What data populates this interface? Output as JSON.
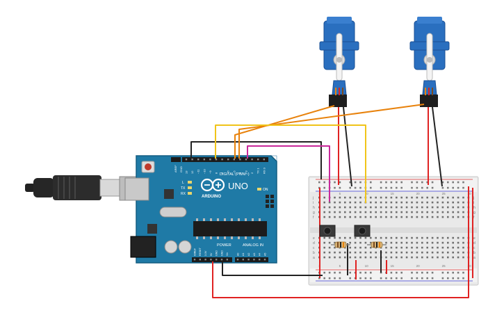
{
  "arduino": {
    "brand": "ARDUINO",
    "model": "UNO",
    "digital_header": "DIGITAL (PWM~)",
    "power_header": "POWER",
    "analog_header": "ANALOG IN",
    "on_label": "ON",
    "tx_label": "TX",
    "rx_label": "RX",
    "l_label": "L",
    "aref_label": "AREF",
    "gnd_label": "GND",
    "digital_pins": [
      "13",
      "12",
      "~11",
      "~10",
      "~9",
      "8",
      "7",
      "~6",
      "~5",
      "4",
      "~3",
      "2",
      "TX 1",
      "RX 0"
    ],
    "power_pins": [
      "IOREF",
      "RESET",
      "3.3V",
      "5V",
      "GND",
      "GND",
      "Vin"
    ],
    "analog_pins": [
      "A0",
      "A1",
      "A2",
      "A3",
      "A4",
      "A5"
    ]
  },
  "breadboard": {
    "columns": [
      "1",
      "5",
      "10",
      "15",
      "20",
      "25",
      "30"
    ],
    "rows_top": [
      "j",
      "i",
      "h",
      "g",
      "f"
    ],
    "rows_bottom": [
      "e",
      "d",
      "c",
      "b",
      "a"
    ]
  },
  "wire_colors": {
    "red": "#e02222",
    "black": "#222222",
    "orange": "#e8820c",
    "yellow": "#f0c419",
    "magenta": "#c8289a"
  },
  "components": {
    "servo_count": 2,
    "pushbutton_count": 2,
    "resistor_count": 2
  }
}
